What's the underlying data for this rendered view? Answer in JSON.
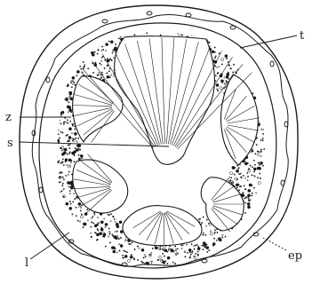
{
  "figure": {
    "labels": {
      "t": "t",
      "z": "z",
      "s": "s",
      "l": "l",
      "ep": "ep"
    },
    "ink_color": "#1a1a1a",
    "background": "#ffffff"
  }
}
